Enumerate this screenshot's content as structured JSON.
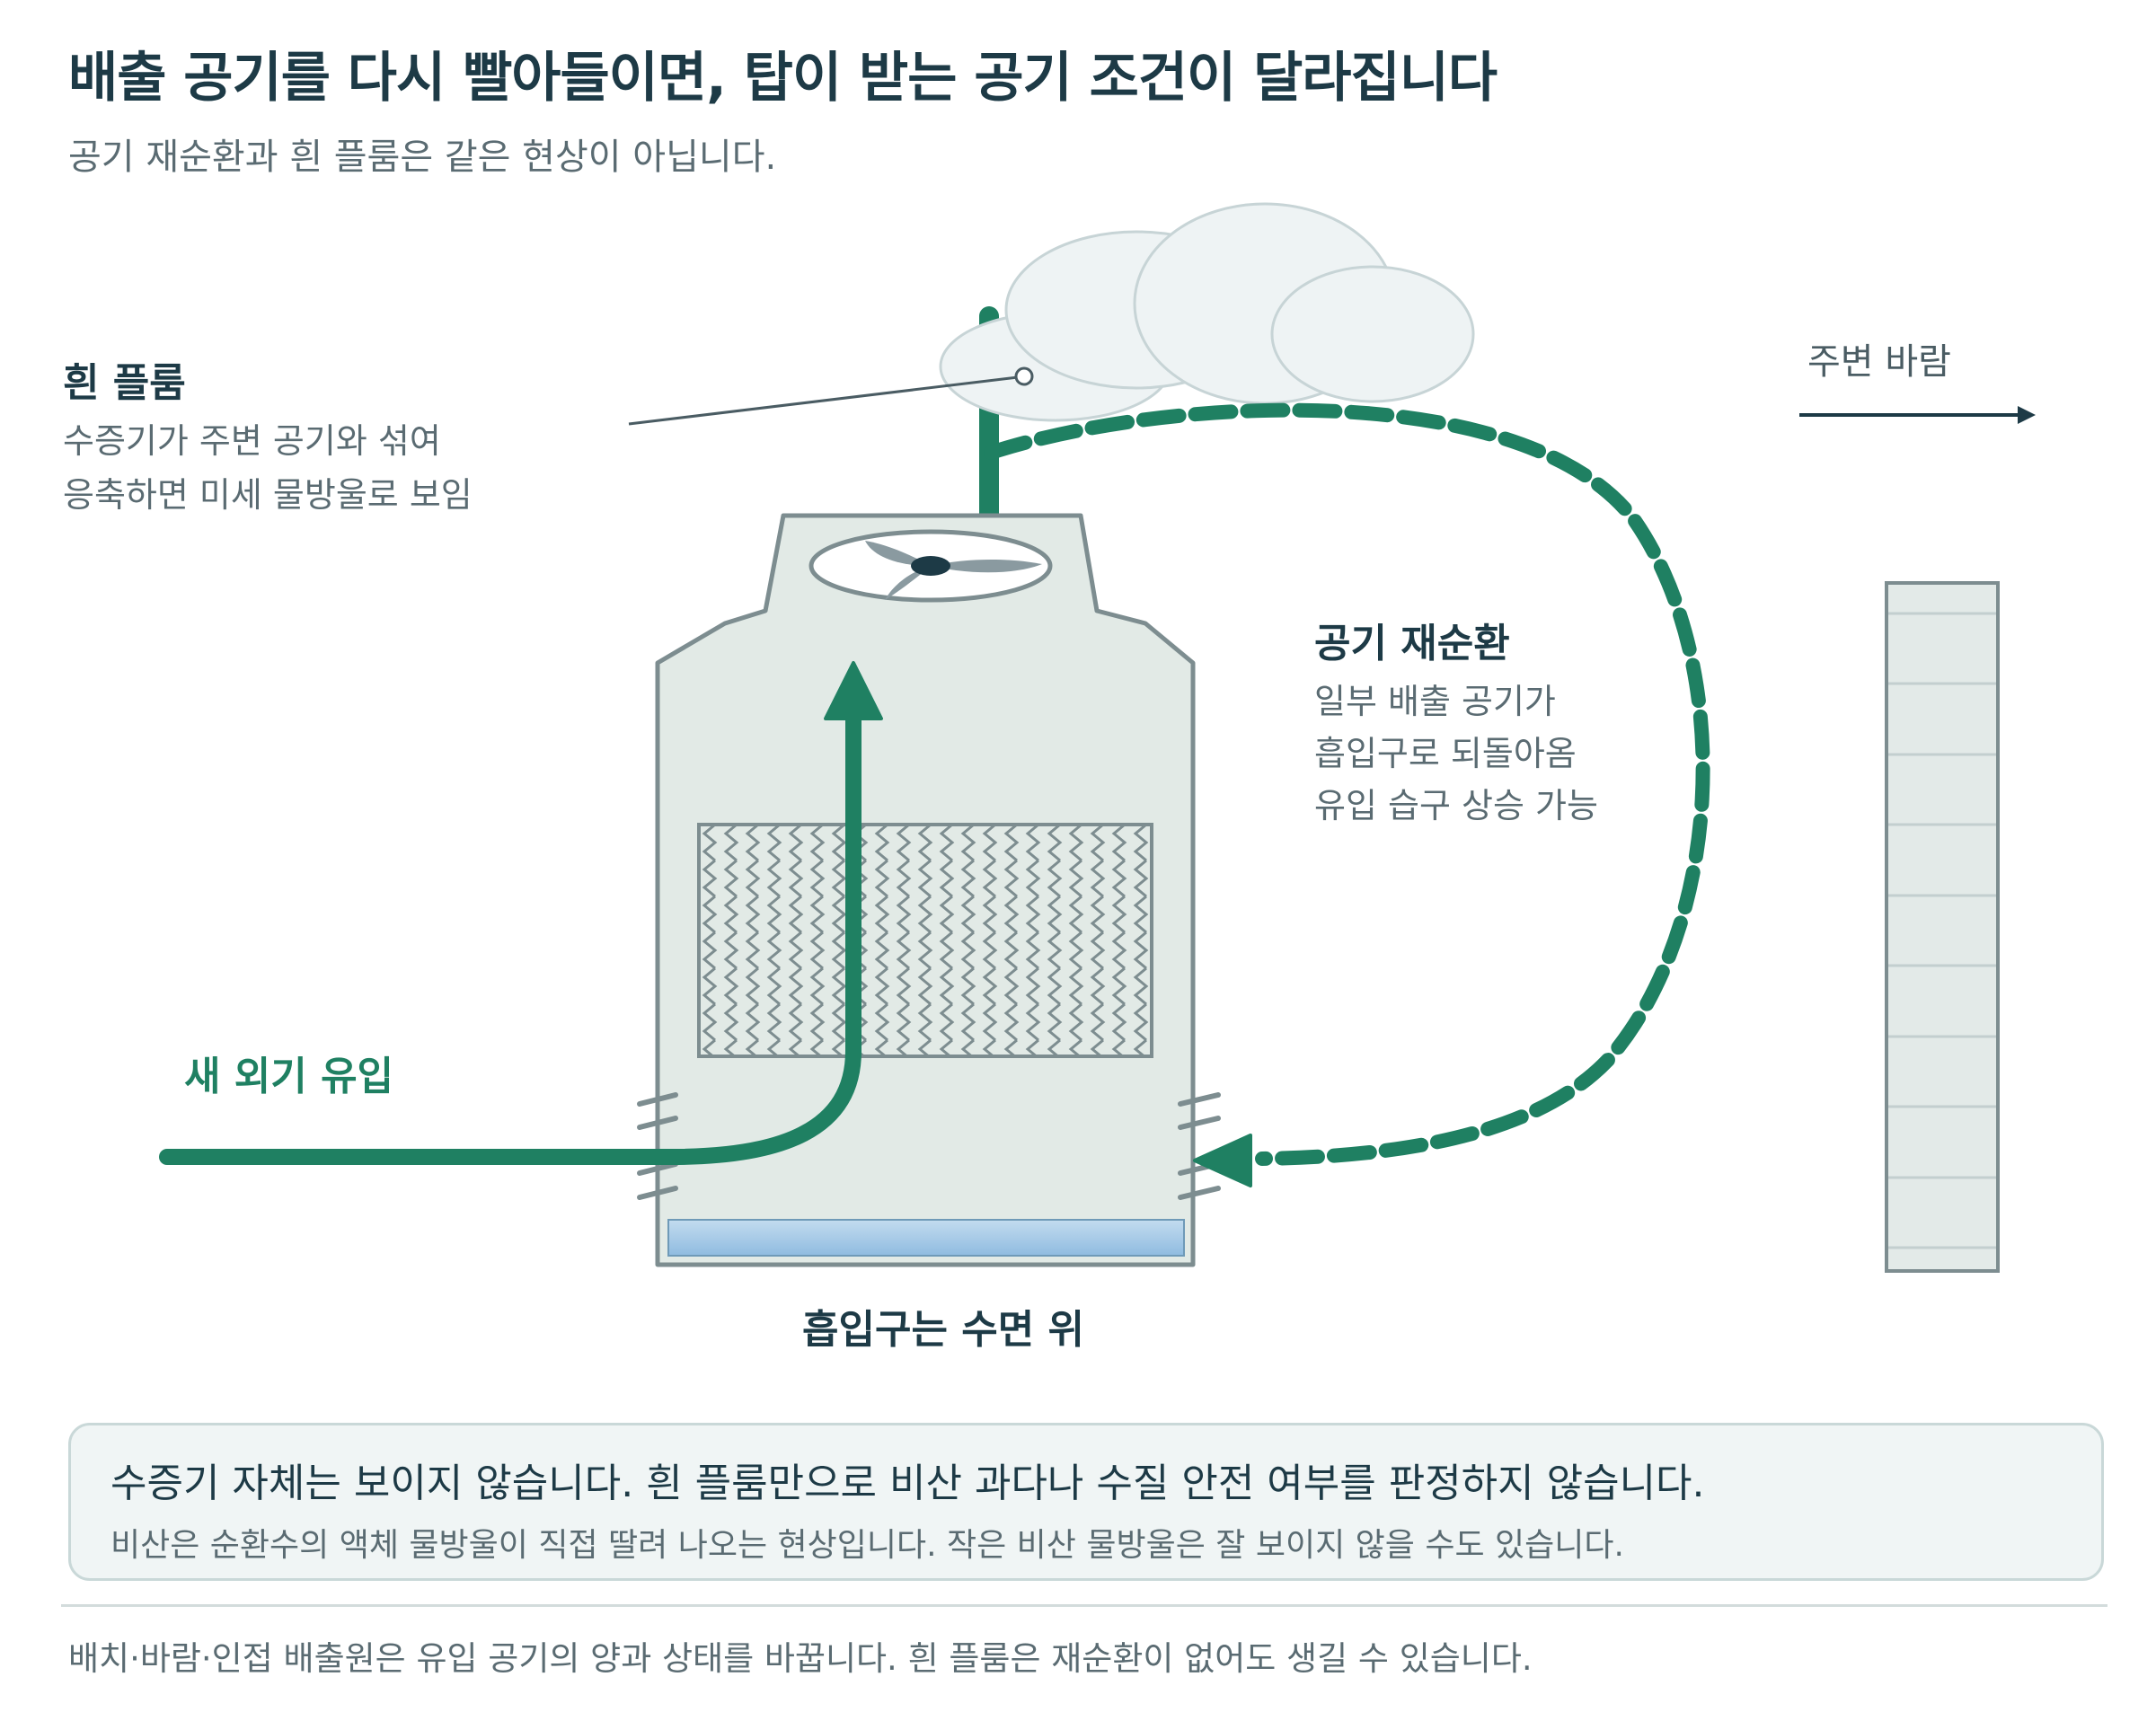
{
  "header": {
    "title": "배출 공기를 다시 빨아들이면, 탑이 받는 공기 조건이 달라집니다",
    "subtitle": "공기 재순환과 흰 플룸은 같은 현상이 아닙니다."
  },
  "plume": {
    "title": "흰 플룸",
    "line1": "수증기가 주변 공기와 섞여",
    "line2": "응축하면 미세 물방울로 보임"
  },
  "wind": {
    "label": "주변 바람"
  },
  "recirculation": {
    "title": "공기 재순환",
    "line1": "일부 배출 공기가",
    "line2": "흡입구로 되돌아옴",
    "line3": "유입 습구 상승 가능"
  },
  "inflow": {
    "label": "새 외기 유입"
  },
  "intake": {
    "label": "흡입구는 수면 위"
  },
  "note": {
    "main": "수증기 자체는 보이지 않습니다. 흰 플룸만으로 비산 과다나 수질 안전 여부를 판정하지 않습니다.",
    "sub": "비산은 순환수의 액체 물방울이 직접 딸려 나오는 현상입니다. 작은 비산 물방울은 잘 보이지 않을 수도 있습니다."
  },
  "footer": {
    "text": "배치·바람·인접 배출원은 유입 공기의 양과 상태를 바꿉니다. 흰 플룸은 재순환이 없어도 생길 수 있습니다."
  },
  "colors": {
    "flow_green": "#1f8062",
    "tower_fill": "#e2eae6",
    "tower_stroke": "#7d8d90",
    "text_dark": "#1d3a46",
    "text_muted": "#5a6b72",
    "water": "#a9cbe6",
    "cloud": "#eef3f4"
  }
}
